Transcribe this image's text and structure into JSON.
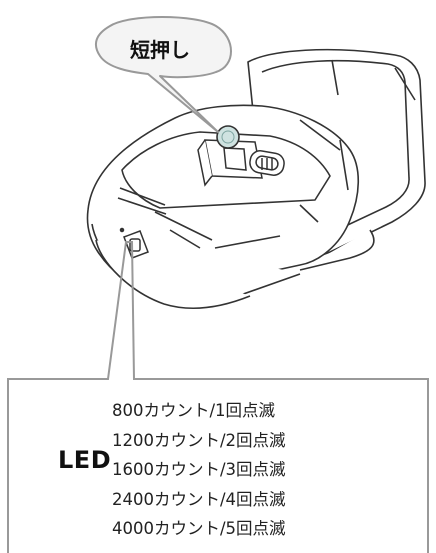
{
  "callout": {
    "label": "短押し"
  },
  "led": {
    "label": "LED",
    "items": [
      "800カウント/1回点滅",
      "1200カウント/2回点滅",
      "1600カウント/3回点滅",
      "2400カウント/4回点滅",
      "4000カウント/5回点滅"
    ]
  },
  "colors": {
    "line": "#333333",
    "callout_line": "#999999",
    "button": "#cfe3e1"
  }
}
